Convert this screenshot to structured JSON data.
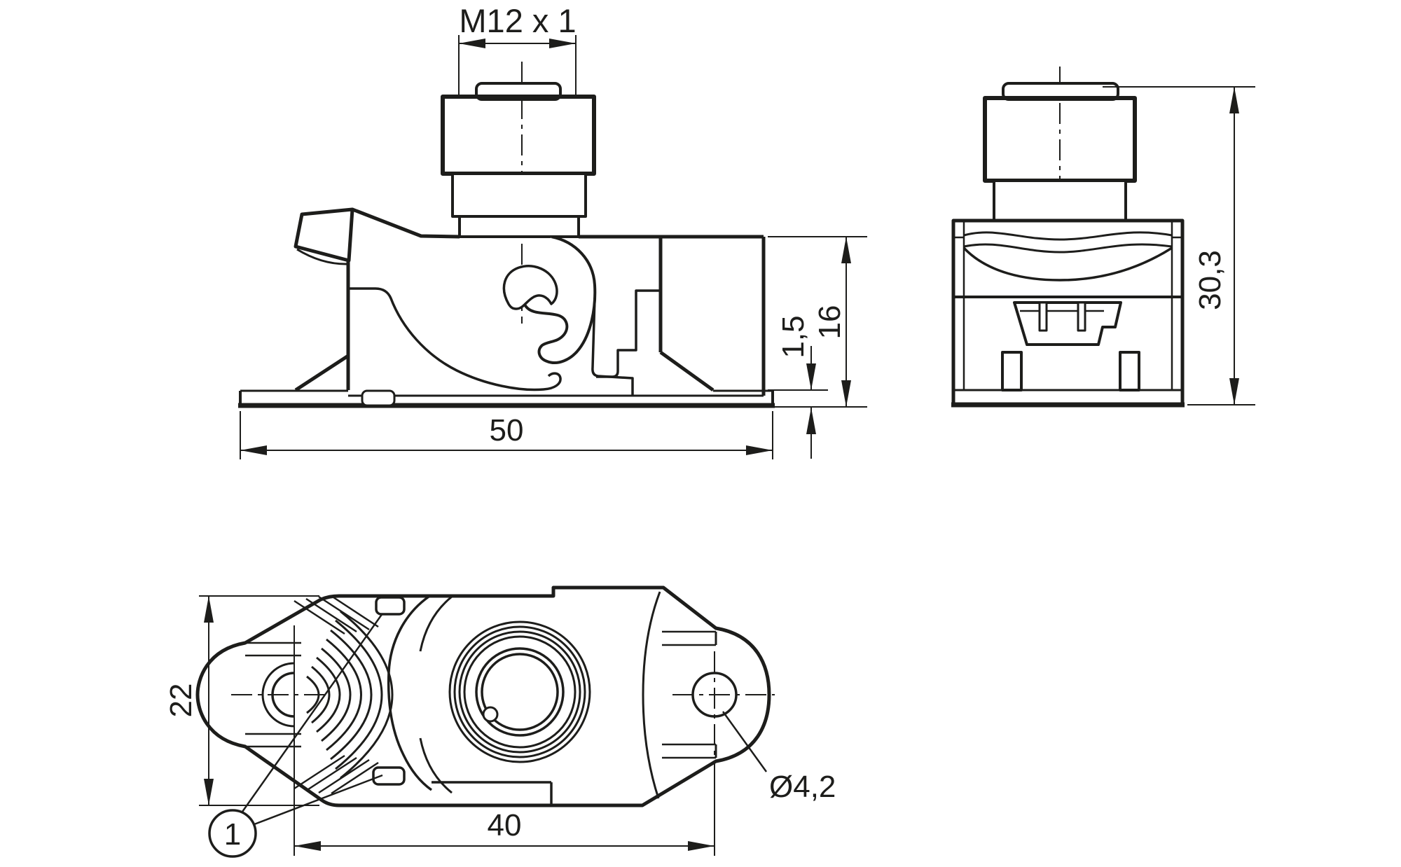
{
  "colors": {
    "ink": "#1d1d1b",
    "background": "#ffffff"
  },
  "dimensions": {
    "thread": "M12 x 1",
    "base_width": "50",
    "plate_thickness": "1,5",
    "body_height": "16",
    "overall_height": "30,3",
    "housing_width": "22",
    "hole_spacing": "40",
    "hole_diameter": "Ø4,2"
  },
  "callout": {
    "number": "1"
  }
}
